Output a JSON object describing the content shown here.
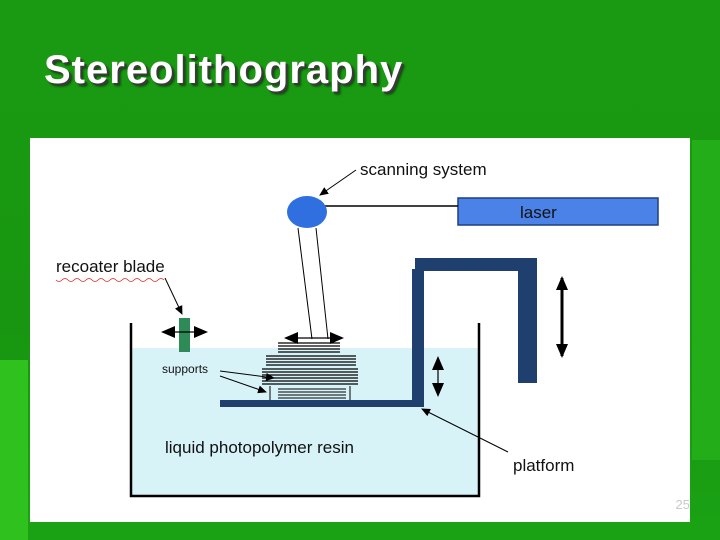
{
  "slide": {
    "title": "Stereolithography",
    "page_number": "25"
  },
  "diagram": {
    "labels": {
      "scanning_system": "scanning system",
      "laser": "laser",
      "recoater_blade": "recoater blade",
      "supports": "supports",
      "resin": "liquid photopolymer resin",
      "platform": "platform"
    },
    "colors": {
      "slide_background": "#1a9a12",
      "resin": "#d8f3f8",
      "scanner": "#2f6fe0",
      "laser_box": "#4a82e8",
      "platform_arm": "#1f3f6e",
      "recoater_blade": "#2e8b57"
    }
  }
}
